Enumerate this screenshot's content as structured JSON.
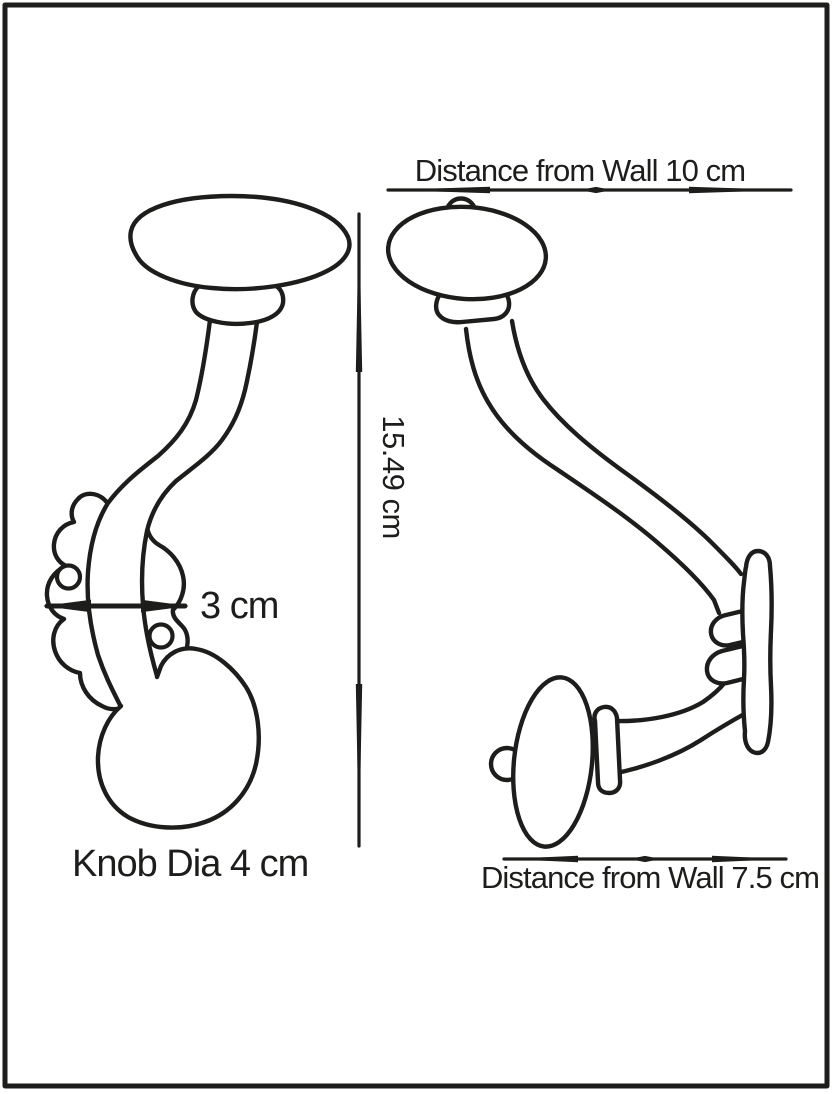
{
  "drawing": {
    "title": "wall coat hook technical drawing",
    "background": "#ffffff",
    "line_color": "#1d1d1b",
    "views": [
      {
        "name": "front-three-quarter-view"
      },
      {
        "name": "side-profile-view"
      }
    ],
    "dimensions": {
      "wall_distance_top": "Distance from Wall 10 cm",
      "height": "15.49 cm",
      "plate_width": "3 cm",
      "knob_diameter": "Knob Dia 4 cm",
      "wall_distance_bottom": "Distance from Wall 7.5 cm"
    }
  }
}
